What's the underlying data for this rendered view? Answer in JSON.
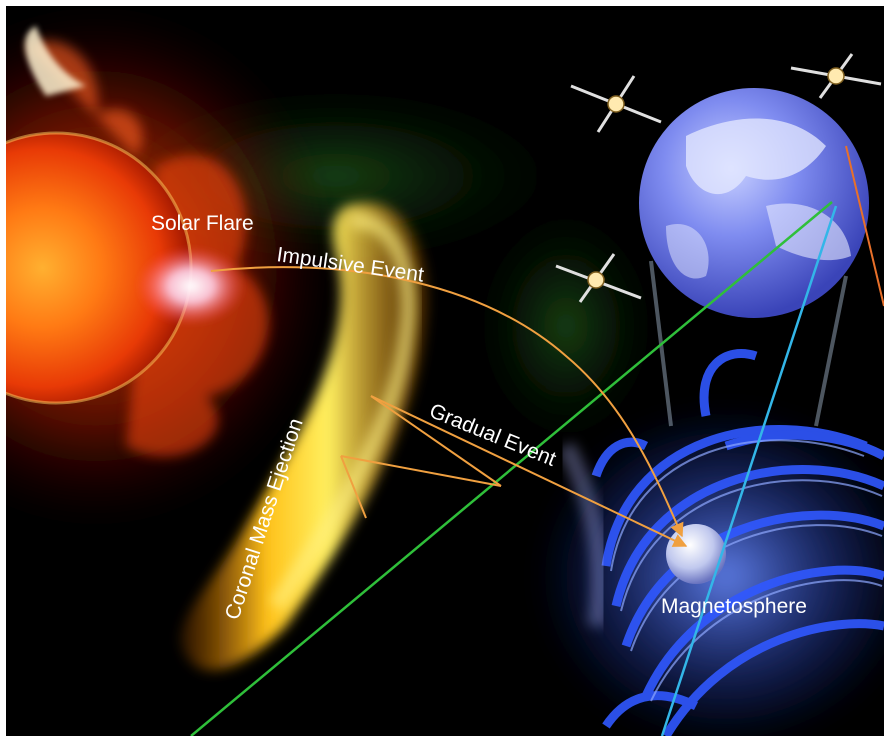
{
  "labels": {
    "solar_flare": "Solar Flare",
    "impulsive_event": "Impulsive Event",
    "gradual_event": "Gradual Event",
    "coronal_mass_ejection": "Coronal Mass Ejection",
    "magnetosphere": "Magnetosphere"
  },
  "colors": {
    "background": "#000000",
    "sun_core": "#ff6a10",
    "cme_glow": "#ffd21a",
    "earth": "#6f7fe6",
    "magnetosphere": "#2a4dff",
    "event_arrows": "#f0a040",
    "green_line": "#2fbf3a",
    "cyan_line": "#33b6e8",
    "orange_line": "#e8702a"
  }
}
